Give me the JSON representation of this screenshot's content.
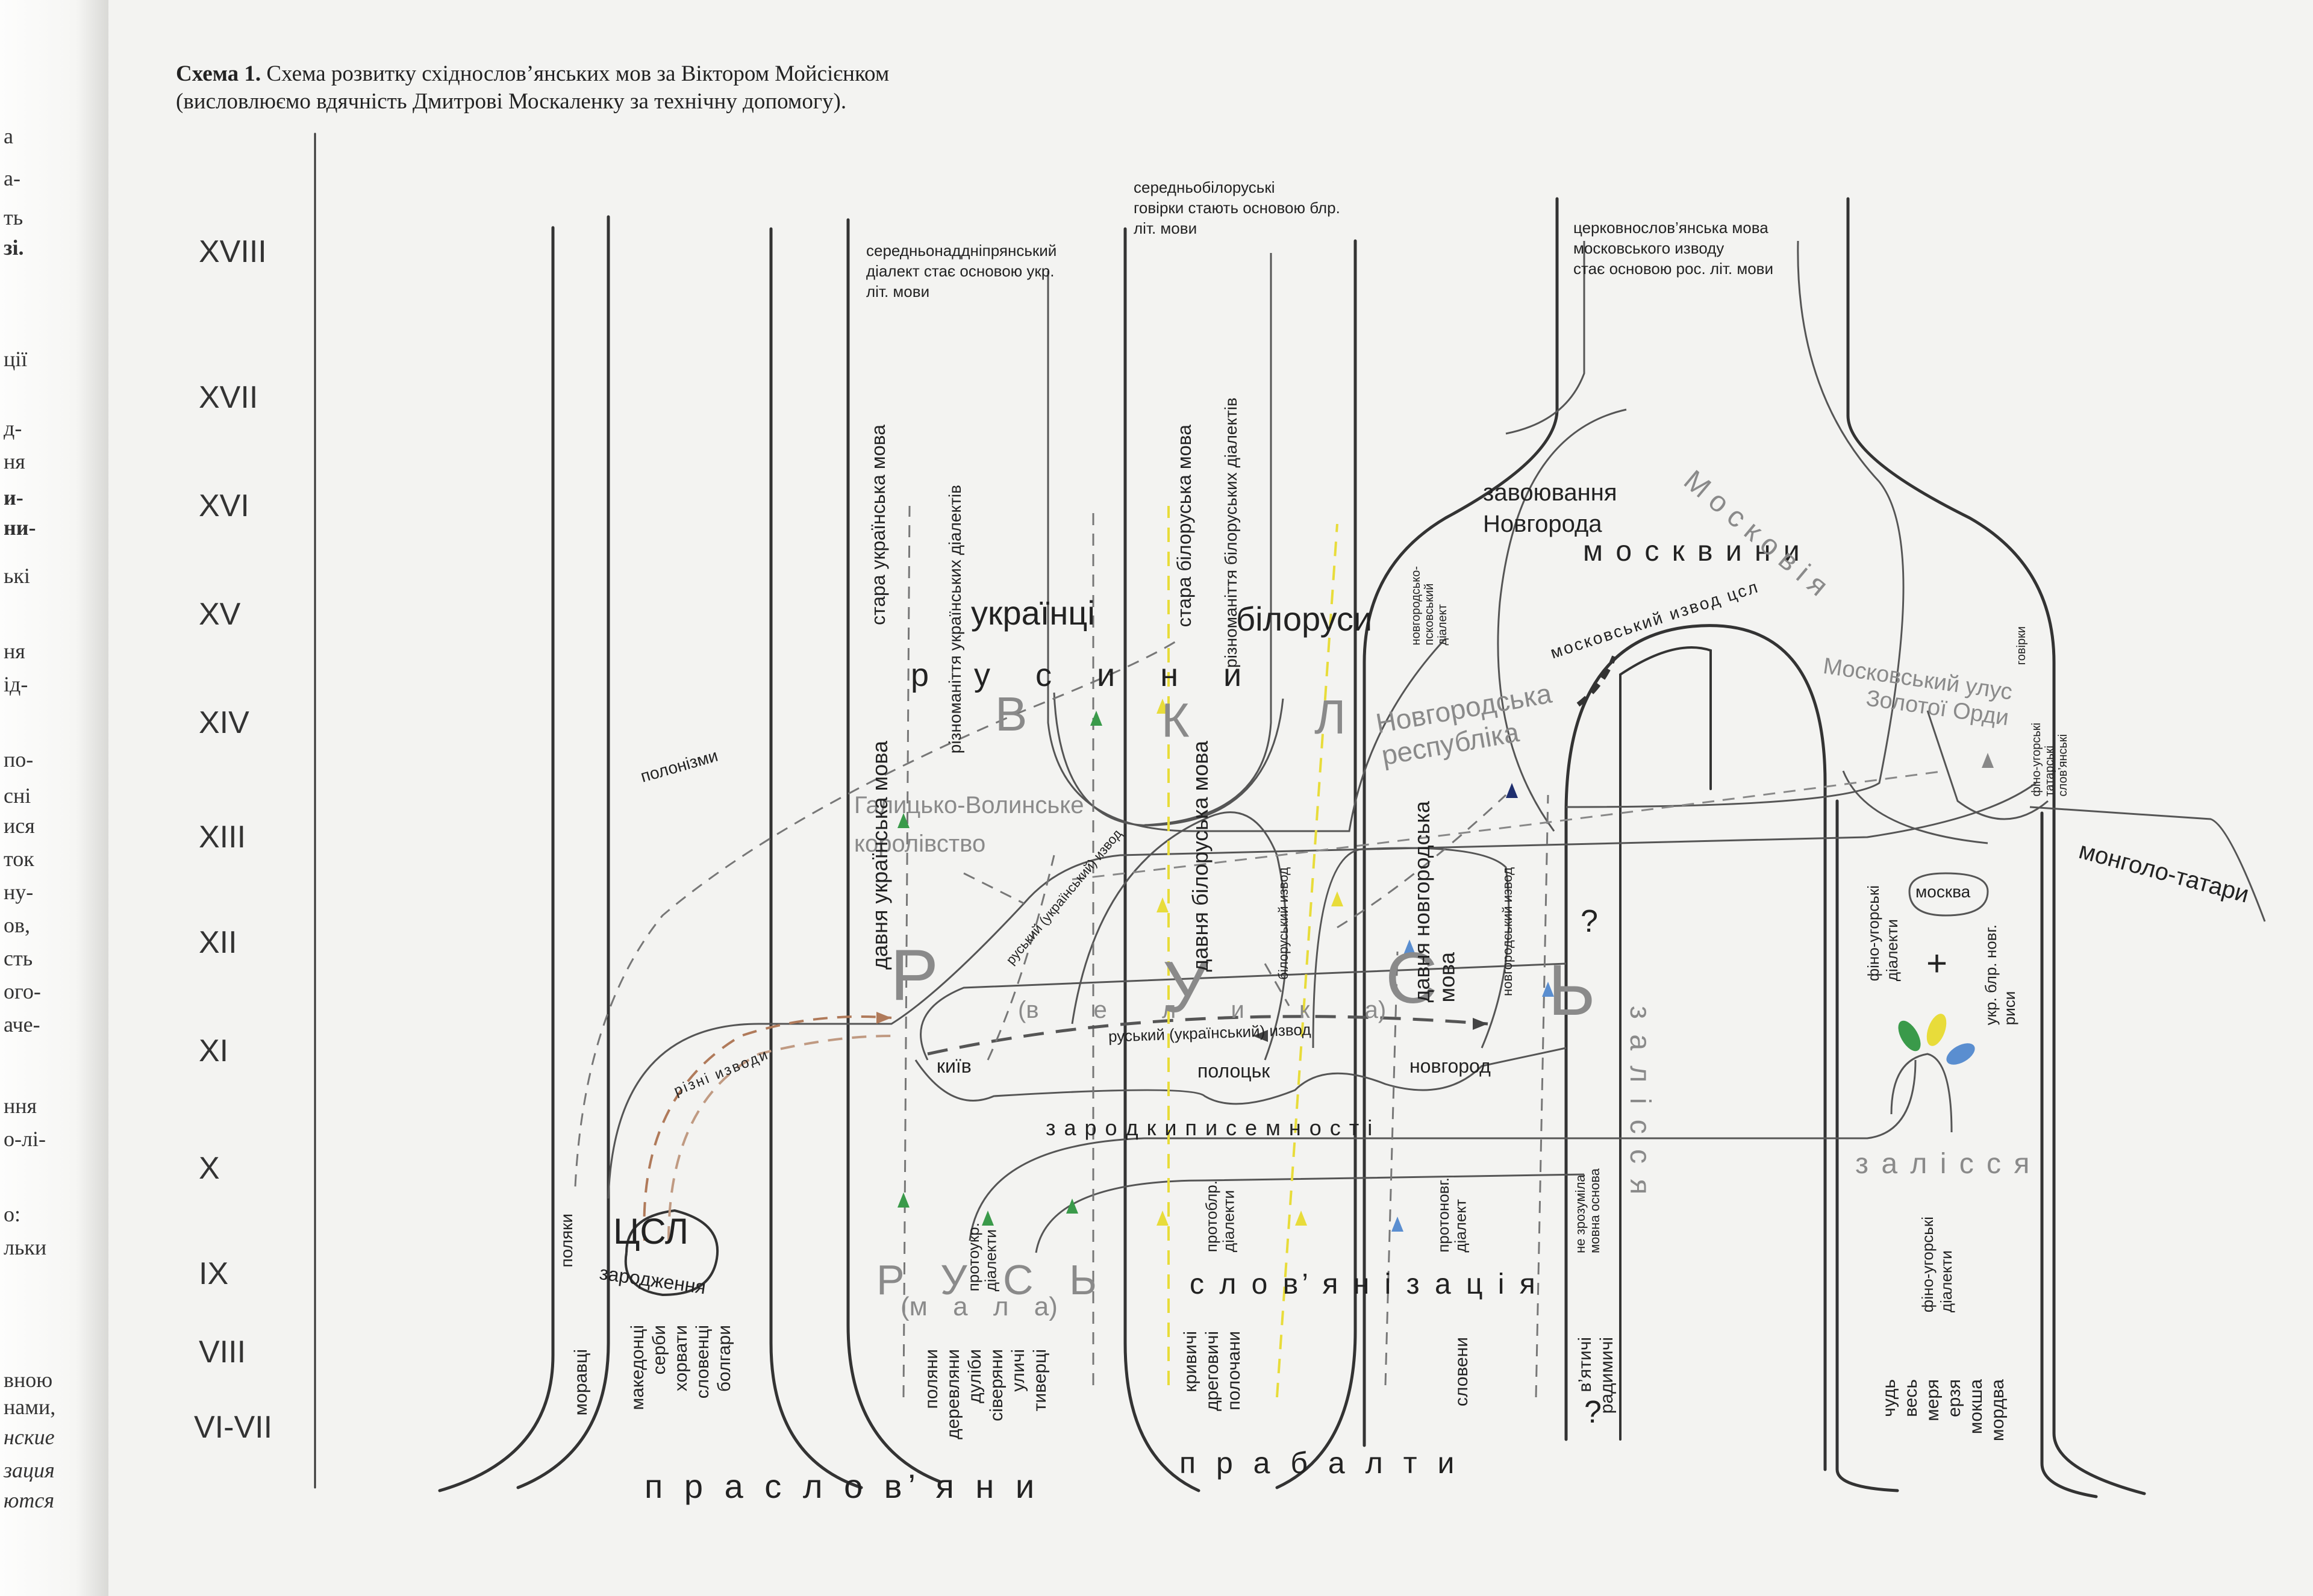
{
  "caption": {
    "bold": "Схема 1.",
    "text": " Схема розвитку східнослов’янських мов за Віктором Мойсієнком",
    "line2": "(висловлюємо вдячність Дмитрові Москаленку за технічну допомогу)."
  },
  "edge_fragments": [
    "а",
    "а-",
    "ть",
    "зі.",
    "ції",
    "д-",
    "ня",
    "и-",
    "ни-",
    "ькі",
    "ня",
    "ід-",
    "по-",
    "сні",
    "ися",
    "ток",
    "ну-",
    "ов,",
    "сть",
    "ого-",
    "аче-",
    "ння",
    "о-лі-",
    "о:",
    "льки",
    "вною",
    "нами,",
    "нские",
    "зация",
    "ются"
  ],
  "centuries": [
    "XVIII",
    "XVII",
    "XVI",
    "XV",
    "XIV",
    "XIII",
    "XII",
    "XI",
    "X",
    "IX",
    "VIII",
    "VI-VII"
  ],
  "notes": {
    "ukr_basis": "середньонаддніпрянський\nдіалект стає основою укр.\nліт. мови",
    "blr_basis": "середньобілоруські\nговірки стають основою блр.\nліт. мови",
    "rus_basis": "церковнослов’янська мова\nмосковського изводу\nстає основою рос. літ. мови",
    "conquest": "завоювання\nНовгорода"
  },
  "labels": {
    "ukrainians": "українці",
    "belarusians": "білоруси",
    "rusyny": "р у с и н и",
    "vkl_v": "В",
    "vkl_k": "К",
    "vkl_l": "Л",
    "moskvyny": "м о с к в и н и",
    "moskoviia": "М о с к о в і я",
    "moscow_izvod": "московський извод цсл",
    "moscow_ulus": "Московський улус\nЗолотої Орди",
    "novgorod_rep": "Новгородська\nреспубліка",
    "galician": "Галицько-Волинське\nкоролівство",
    "polonisms": "полонізми",
    "old_ukr": "стара українська мова",
    "ukr_dial_div": "різноманіття українських діалектів",
    "old_blr": "стара білоруська мова",
    "blr_dial_div": "різноманіття білоруських діалектів",
    "novg_psk": "новгородсько-\nпсковський\nдіалект",
    "fin_ugr_slav": "фіно-угорські\nтатарські\nслов’янські",
    "hovirky": "говірки",
    "mongol": "монголо-татари",
    "moskva": "москва",
    "plus": "+",
    "fin_dial": "фіно-угорські\nдіалекти",
    "ukr_blr_novg": "укр. блр. новг.\nриси",
    "zalissia_h": "з а л і с с я",
    "zalissia_v": "з а л і с с я",
    "q1": "?",
    "q2": "?",
    "rus_R": "Р",
    "rus_U": "У",
    "rus_S": "С",
    "rus_soft": "Ь",
    "velyka": "(в  е  л  и  к  а)",
    "old_ukr_old": "давня українська мова",
    "old_blr_old": "давня білоруська мова",
    "old_novg": "давня новгородська\nмова",
    "rus_izvod": "руський (український) извод",
    "rus_izvod2": "руський (український) извод",
    "blr_izvod": "білоруський извод",
    "novg_izvod": "новгородський извод",
    "kyiv": "київ",
    "polotsk": "полоцьк",
    "novgorod": "новгород",
    "different_izvody": "різні изводи",
    "writing_origins": "з а р о д к и   п и с е м н о с т і",
    "csl": "ЦСЛ",
    "origin": "зародження",
    "poliaky": "поляки",
    "proto_ukr": "протоукр.\nдіалекти",
    "proto_blr": "протоблр.\nдіалекти",
    "proto_novg": "протоновг.\nдіалект",
    "vyatichi_note": "не зрозуміла\nмовна основа",
    "rus_mala": "Р  У  С  Ь",
    "mala": "(м  а  л  а)",
    "slavization": "с л о в’ я н і з а ц і я",
    "pra_slavs": "п р а с л о в’ я н и",
    "pra_balts": "п р а б а л т и",
    "finno_dial": "фіно-угорські\nдіалекти"
  },
  "tribes": {
    "moravtsi": "моравці",
    "south": [
      "македонці",
      "серби",
      "хорвати",
      "словенці",
      "болгари"
    ],
    "ukr": [
      "поляни",
      "деревляни",
      "дуліби",
      "сіверяни",
      "уличі",
      "тиверці"
    ],
    "blr": [
      "кривичі",
      "дреговичі",
      "полочани"
    ],
    "novg": [
      "словени"
    ],
    "vyat": [
      "в’ятичі",
      "радимичі"
    ],
    "finno": [
      "чудь",
      "весь",
      "меря",
      "ерзя",
      "мокша",
      "мордва"
    ]
  },
  "colors": {
    "line": "#333333",
    "thin": "#555555",
    "grey_text": "#8a8a8a",
    "green": "#3a9a4a",
    "yellow": "#e8dc3a",
    "blue": "#5a8ed0",
    "brown": "#b07a5a",
    "navy": "#1f2f6e"
  }
}
